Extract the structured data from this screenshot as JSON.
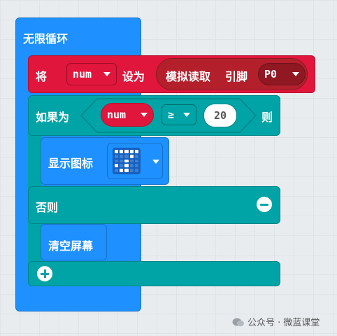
{
  "forever": {
    "label": "无限循环"
  },
  "set_block": {
    "label_set": "将",
    "var": "num",
    "label_to": "设为",
    "analog": {
      "label": "模拟读取",
      "pin_label": "引脚",
      "pin": "P0"
    }
  },
  "if_block": {
    "label_if": "如果为",
    "left": "num",
    "op": "≥",
    "right": "20",
    "label_then": "则"
  },
  "show_icon": {
    "label": "显示图标",
    "pattern": [
      [
        1,
        1,
        1,
        1,
        1
      ],
      [
        0,
        0,
        0,
        1,
        0
      ],
      [
        0,
        0,
        1,
        0,
        0
      ],
      [
        1,
        0,
        1,
        0,
        0
      ],
      [
        0,
        1,
        1,
        0,
        0
      ]
    ]
  },
  "else_block": {
    "label": "否则"
  },
  "clear_screen": {
    "label": "清空屏幕"
  },
  "watermark": {
    "text": "公众号 · 微蓝课堂"
  },
  "colors": {
    "loop_blue": "#1e90ff",
    "variables_red": "#e1163c",
    "pins_dark_red": "#b3202c",
    "logic_teal": "#00a4a6"
  }
}
